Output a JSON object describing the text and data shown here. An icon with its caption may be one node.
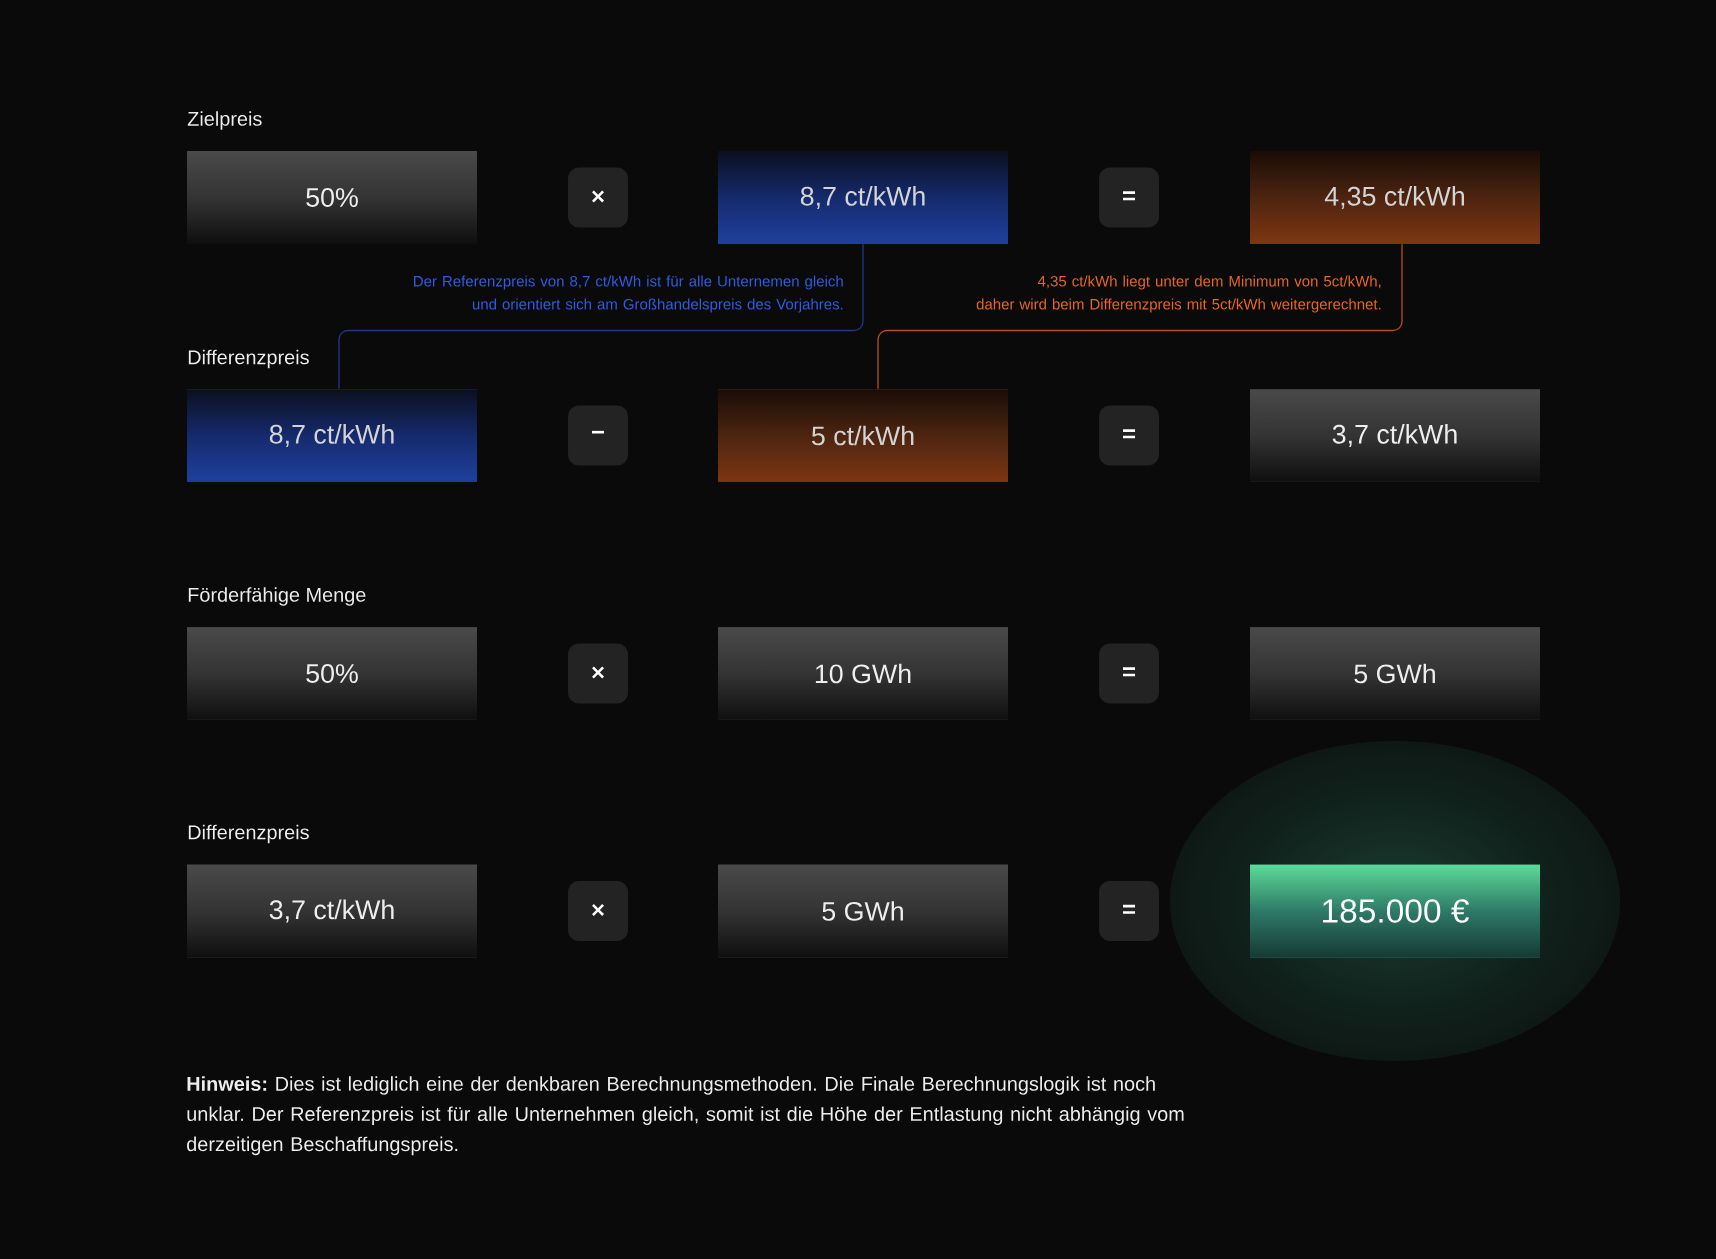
{
  "diagram": {
    "nodes": [
      {
        "text": [
          "50%"
        ]
      },
      {
        "text": [
          "×"
        ]
      },
      {
        "text": [
          "8,7 ct/kWh"
        ]
      },
      {
        "text": [
          "="
        ]
      },
      {
        "text": [
          "4,35 ct/kWh"
        ]
      },
      {
        "text": [
          "8,7 ct/kWh"
        ]
      },
      {
        "text": [
          "−"
        ]
      },
      {
        "text": [
          "5 ct/kWh"
        ]
      },
      {
        "text": [
          "="
        ]
      },
      {
        "text": [
          "3,7 ct/kWh"
        ]
      },
      {
        "text": [
          "50%"
        ]
      },
      {
        "text": [
          "×"
        ]
      },
      {
        "text": [
          "10 GWh"
        ]
      },
      {
        "text": [
          "="
        ]
      },
      {
        "text": [
          "5 GWh"
        ]
      },
      {
        "text": [
          "3,7 ct/kWh"
        ]
      },
      {
        "text": [
          "×"
        ]
      },
      {
        "text": [
          "5 GWh"
        ]
      },
      {
        "text": [
          "="
        ]
      },
      {
        "text": [
          "185.000 €"
        ]
      }
    ],
    "edges": [
      {
        "from": 2,
        "to": 5,
        "arrow": "none",
        "label": "Der Referenzpreis von 8,7 ct/kWh ist für alle Unternemen gleich und orientiert sich am Großhandelspreis des Vorjahres.",
        "color": "#1e3a8a"
      },
      {
        "from": 4,
        "to": 7,
        "arrow": "none",
        "label": "4,35 ct/kWh liegt unter dem Minimum von 5ct/kWh, daher wird beim Differenzpreis mit 5ct/kWh weitergerechnet.",
        "color": "#b4501a"
      }
    ],
    "labels": [
      "Zielpreis",
      "Differenzpreis",
      "Förderfähige Menge",
      "Differenzpreis",
      "**Hinweis:** Dies ist lediglich eine der denkbaren Berechnungsmethoden. Die Finale Berechnungslogik ist noch unklar. Der Referenzpreis ist für alle Unternehmen gleich, somit ist die Höhe der Entlastung nicht abhängig vom derzeitigen Beschaffungspreis."
    ]
  }
}
